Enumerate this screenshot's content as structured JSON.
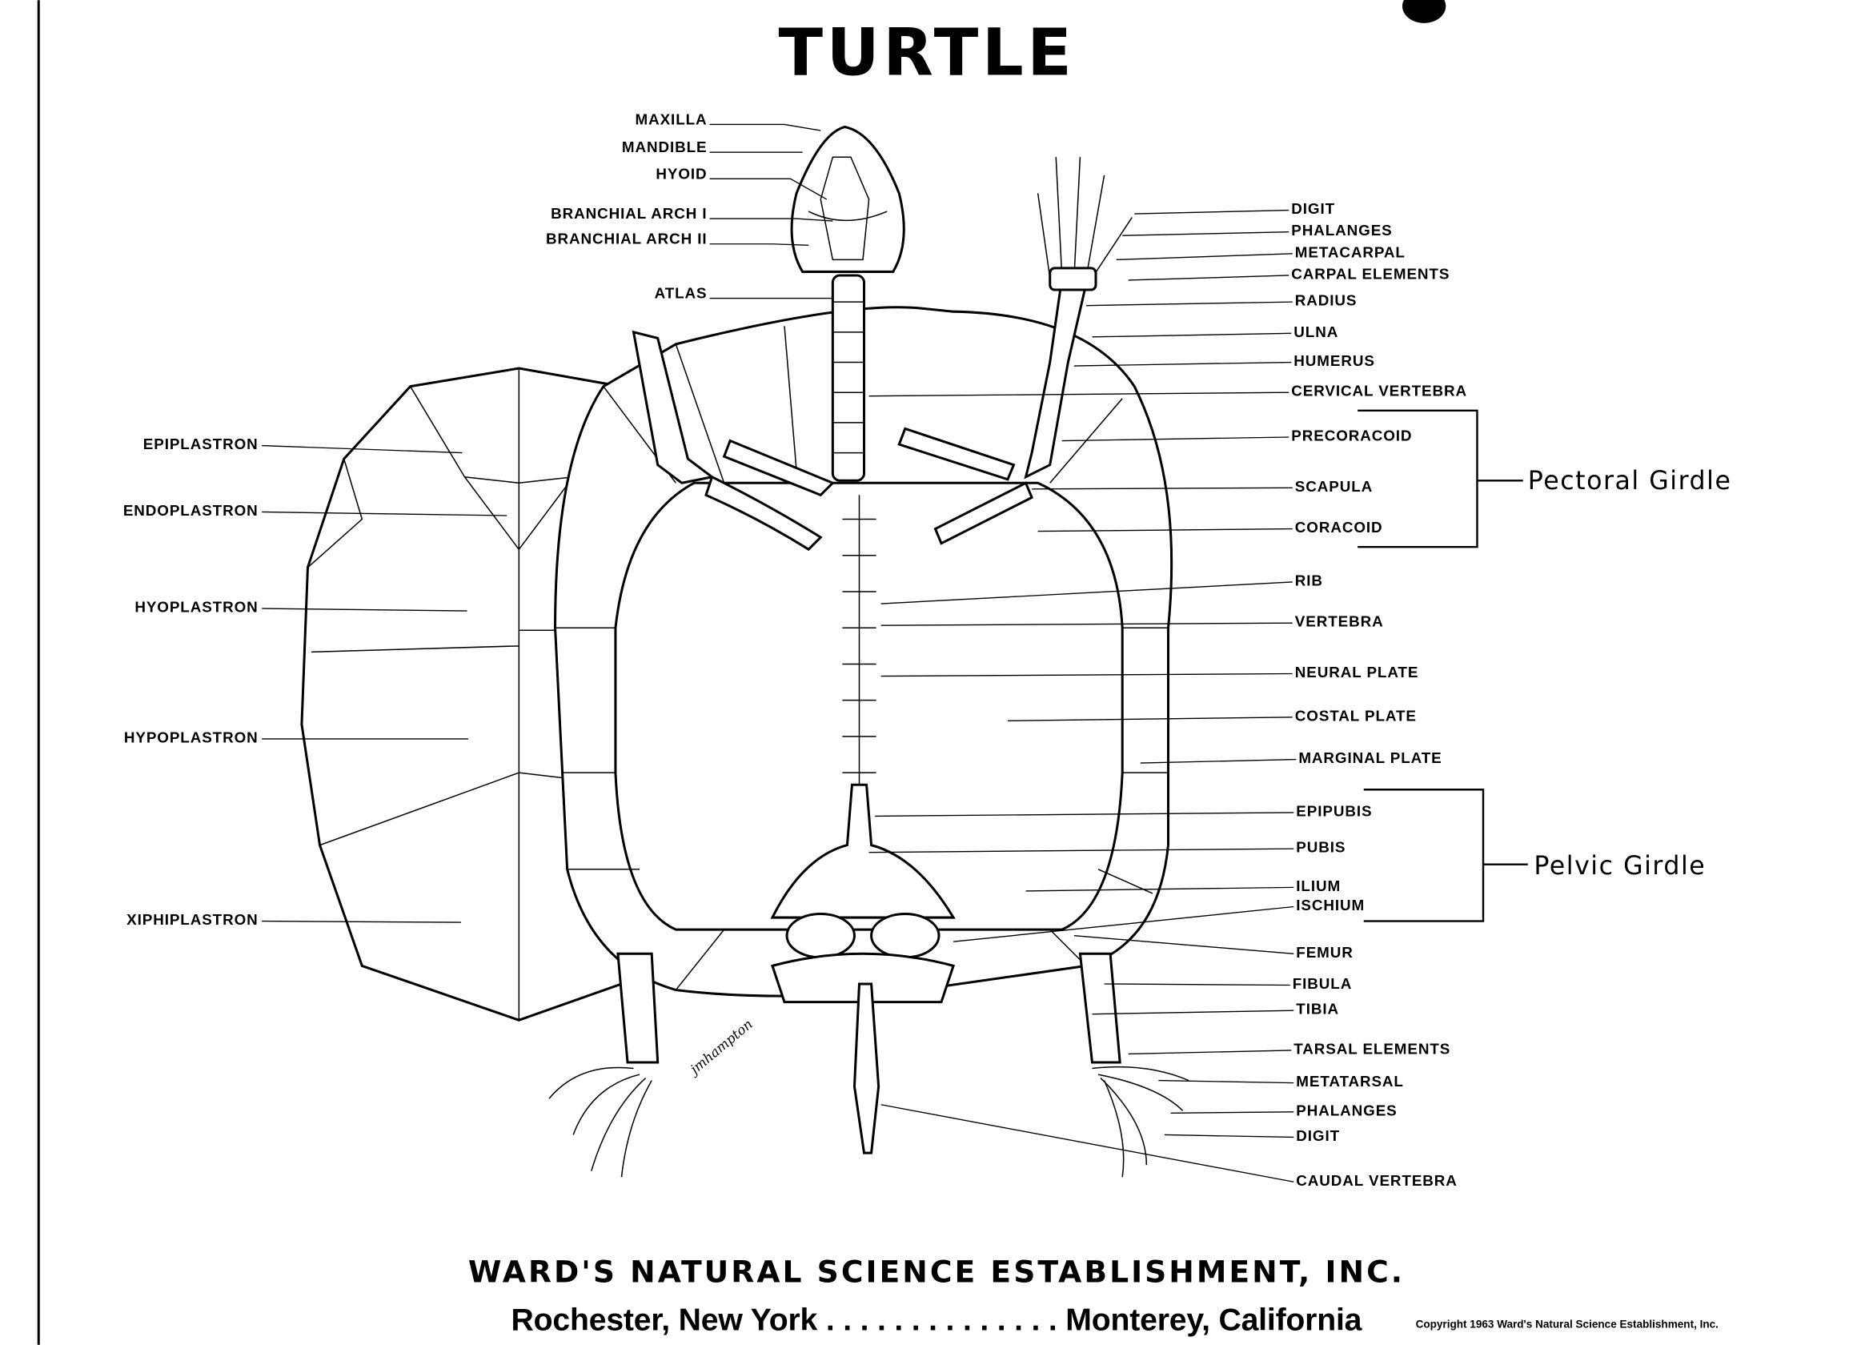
{
  "title": "TURTLE",
  "labels": {
    "head": [
      "MAXILLA",
      "MANDIBLE",
      "HYOID",
      "BRANCHIAL ARCH I",
      "BRANCHIAL ARCH II",
      "ATLAS"
    ],
    "plastron": [
      "EPIPLASTRON",
      "ENDOPLASTRON",
      "HYOPLASTRON",
      "HYPOPLASTRON",
      "XIPHIPLASTRON"
    ],
    "right": [
      "DIGIT",
      "PHALANGES",
      "METACARPAL",
      "CARPAL ELEMENTS",
      "RADIUS",
      "ULNA",
      "HUMERUS",
      "CERVICAL VERTEBRA",
      "PRECORACOID",
      "SCAPULA",
      "CORACOID",
      "RIB",
      "VERTEBRA",
      "NEURAL PLATE",
      "COSTAL PLATE",
      "MARGINAL PLATE",
      "EPIPUBIS",
      "PUBIS",
      "ILIUM",
      "ISCHIUM",
      "FEMUR",
      "FIBULA",
      "TIBIA",
      "TARSAL ELEMENTS",
      "METATARSAL",
      "PHALANGES",
      "DIGIT",
      "CAUDAL VERTEBRA"
    ]
  },
  "groups": {
    "pectoral": "Pectoral  Girdle",
    "pelvic": "Pelvic  Girdle"
  },
  "footer": {
    "company": "WARD'S NATURAL SCIENCE ESTABLISHMENT, INC.",
    "locations": "Rochester, New York . . . . . . . . . . . . . . Monterey, California",
    "copyright": "Copyright 1963 Ward's Natural Science Establishment, Inc."
  },
  "signature": "jmhampton"
}
